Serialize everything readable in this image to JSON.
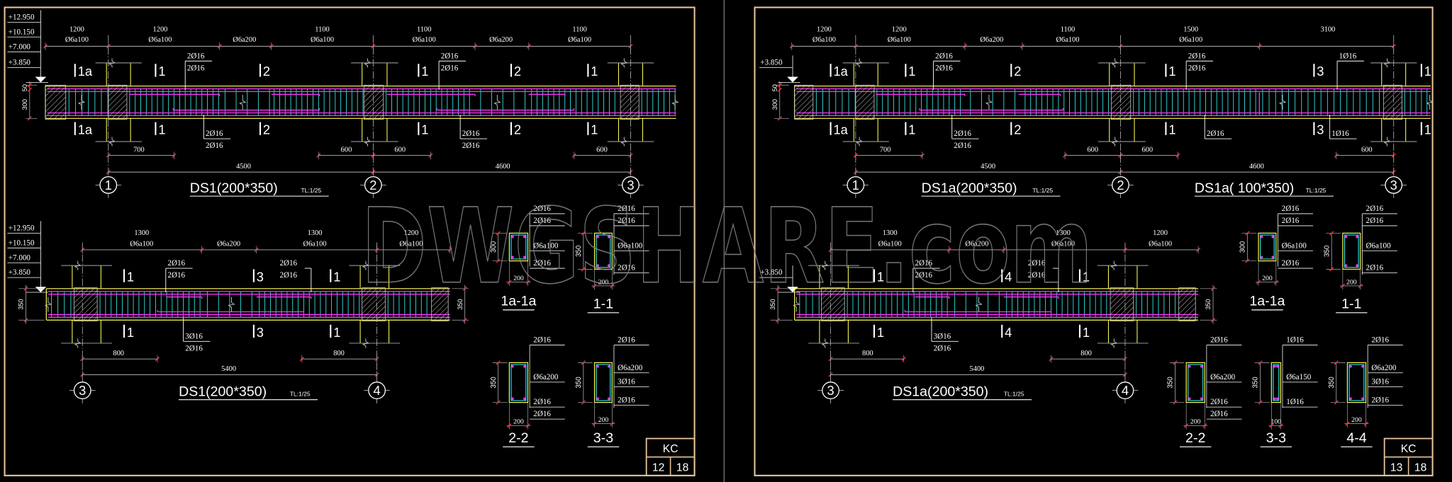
{
  "watermark": "DWGSHARE.com",
  "colors": {
    "background": "#000000",
    "border": "#e6c49a",
    "rebar": "#ff33ff",
    "stirrup": "#33dddd",
    "outline": "#ffff55",
    "dimension": "#b0b0b0",
    "tick": "#ff3344",
    "text": "#ffffff"
  },
  "sheets": [
    {
      "beam_top": {
        "elevations": [
          "+12.950",
          "+10.150",
          "+7.000",
          "+3.850"
        ],
        "span_dims": [
          "1200",
          "1200",
          "1100",
          "1100",
          "1100"
        ],
        "stirrup_labels": [
          "Ø6a100",
          "Ø6a100",
          "Ø6a200",
          "Ø6a100",
          "Ø6a100",
          "Ø6a200",
          "Ø6a100"
        ],
        "section_marks": [
          "1a",
          "1",
          "2",
          "1",
          "2",
          "1"
        ],
        "top_bars": [
          [
            "2Ø16",
            "2Ø16"
          ],
          [
            "2Ø16",
            "2Ø16"
          ]
        ],
        "bottom_bars": [
          [
            "2Ø16",
            "2Ø16"
          ],
          [
            "2Ø16",
            "2Ø16"
          ]
        ],
        "height_dims": [
          "50",
          "300"
        ],
        "short_dims": [
          "700",
          "600",
          "600",
          "600"
        ],
        "axis_dims": [
          "4500",
          "4600"
        ],
        "axes": [
          "1",
          "2",
          "3"
        ],
        "titles": [
          {
            "name": "DS1(200*350)",
            "scale": "TL:1/25"
          }
        ]
      },
      "beam_bottom": {
        "elevations": [
          "+12.950",
          "+10.150",
          "+7.000",
          "+3.850"
        ],
        "span_dims": [
          "1300",
          "1300",
          "1200"
        ],
        "stirrup_labels": [
          "Ø6a100",
          "Ø6a200",
          "Ø6a100",
          "Ø6a100"
        ],
        "section_marks": [
          "1",
          "3",
          "1"
        ],
        "top_bars": [
          [
            "2Ø16",
            "2Ø16"
          ],
          [
            "2Ø16",
            "2Ø16"
          ]
        ],
        "bottom_bars": [
          [
            "3Ø16",
            "2Ø16"
          ]
        ],
        "height_dims": [
          "350",
          "350"
        ],
        "short_dims": [
          "800",
          "800"
        ],
        "axis_dims": [
          "5400"
        ],
        "axes": [
          "3",
          "4"
        ],
        "titles": [
          {
            "name": "DS1(200*350)",
            "scale": "TL:1/25"
          }
        ]
      },
      "sections": [
        {
          "label": "1a-1a",
          "width": "200",
          "height": "300",
          "notes": [
            "2Ø16",
            "2Ø16",
            "Ø6a100",
            "2Ø16"
          ]
        },
        {
          "label": "1-1",
          "width": "200",
          "height": "350",
          "notes": [
            "2Ø16",
            "2Ø16",
            "Ø6a100",
            "2Ø16"
          ]
        },
        {
          "label": "2-2",
          "width": "200",
          "height": "350",
          "notes": [
            "2Ø16",
            "Ø6a200",
            "2Ø16",
            "2Ø16"
          ]
        },
        {
          "label": "3-3",
          "width": "200",
          "height": "350",
          "notes": [
            "2Ø16",
            "Ø6a200",
            "3Ø16",
            "2Ø16"
          ]
        }
      ],
      "title_block": {
        "code": "KC",
        "sheet": "12",
        "total": "18"
      }
    },
    {
      "beam_top": {
        "elevations": [
          "+3.850"
        ],
        "span_dims": [
          "1200",
          "1200",
          "1100",
          "1500",
          "3100"
        ],
        "stirrup_labels": [
          "Ø6a100",
          "Ø6a100",
          "Ø6a200",
          "Ø6a100",
          "Ø6a100"
        ],
        "section_marks": [
          "1a",
          "1",
          "2",
          "1",
          "3",
          "1"
        ],
        "top_bars": [
          [
            "2Ø16",
            "2Ø16"
          ],
          [
            "2Ø16",
            "2Ø16"
          ],
          [
            "1Ø16"
          ]
        ],
        "bottom_bars": [
          [
            "2Ø16",
            "2Ø16"
          ],
          [
            "2Ø16"
          ],
          [
            "1Ø16"
          ]
        ],
        "height_dims": [
          "50",
          "300"
        ],
        "short_dims": [
          "700",
          "600",
          "600",
          "600"
        ],
        "axis_dims": [
          "4500",
          "4600"
        ],
        "axes": [
          "1",
          "2",
          "3"
        ],
        "titles": [
          {
            "name": "DS1a(200*350)",
            "scale": "TL:1/25"
          },
          {
            "name": "DS1a( 100*350)",
            "scale": "TL:1/25"
          }
        ]
      },
      "beam_bottom": {
        "elevations": [
          "+3.850"
        ],
        "span_dims": [
          "1300",
          "1300",
          "1200"
        ],
        "stirrup_labels": [
          "Ø6a100",
          "Ø6a200",
          "Ø6a100",
          "Ø6a100"
        ],
        "section_marks": [
          "1",
          "4",
          "1"
        ],
        "top_bars": [
          [
            "2Ø16",
            "2Ø16"
          ],
          [
            "2Ø16",
            "2Ø16"
          ]
        ],
        "bottom_bars": [
          [
            "3Ø16",
            "2Ø16"
          ]
        ],
        "height_dims": [
          "350",
          "350"
        ],
        "short_dims": [
          "800",
          "800"
        ],
        "axis_dims": [
          "5400"
        ],
        "axes": [
          "3",
          "4"
        ],
        "titles": [
          {
            "name": "DS1a(200*350)",
            "scale": "TL:1/25"
          }
        ]
      },
      "sections": [
        {
          "label": "1a-1a",
          "width": "200",
          "height": "300",
          "notes": [
            "2Ø16",
            "2Ø16",
            "Ø6a100",
            "2Ø16"
          ]
        },
        {
          "label": "1-1",
          "width": "200",
          "height": "350",
          "notes": [
            "2Ø16",
            "2Ø16",
            "Ø6a100",
            "2Ø16"
          ]
        },
        {
          "label": "2-2",
          "width": "200",
          "height": "350",
          "notes": [
            "2Ø16",
            "Ø6a200",
            "2Ø16",
            "2Ø16"
          ]
        },
        {
          "label": "3-3",
          "width": "100",
          "height": "350",
          "notes": [
            "1Ø16",
            "Ø6a150",
            "1Ø16"
          ]
        },
        {
          "label": "4-4",
          "width": "200",
          "height": "350",
          "notes": [
            "2Ø16",
            "Ø6a200",
            "3Ø16",
            "2Ø16"
          ]
        }
      ],
      "title_block": {
        "code": "KC",
        "sheet": "13",
        "total": "18"
      }
    }
  ]
}
